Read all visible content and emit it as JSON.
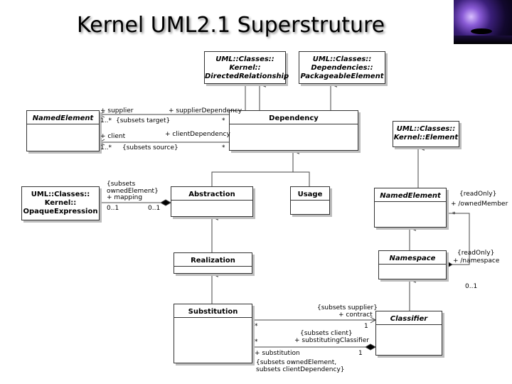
{
  "title": "Kernel UML2.1 Superstruture",
  "thumbnail": {
    "icon": "cosmic-image-icon"
  },
  "classes": {
    "directed_relationship": [
      "UML::Classes::",
      "Kernel::",
      "DirectedRelationship"
    ],
    "packageable_element": [
      "UML::Classes::",
      "Dependencies::",
      "PackageableElement"
    ],
    "named_element_left": "NamedElement",
    "dependency": "Dependency",
    "kernel_element": [
      "UML::Classes::",
      "Kernel::Element"
    ],
    "opaque_expression": [
      "UML::Classes::",
      "Kernel::",
      "OpaqueExpression"
    ],
    "abstraction": "Abstraction",
    "usage": "Usage",
    "named_element_right": "NamedElement",
    "realization": "Realization",
    "namespace": "Namespace",
    "substitution": "Substitution",
    "classifier": "Classifier"
  },
  "labels": {
    "supplier": "+ supplier",
    "supplier_mult": "1..*",
    "subsets_target": "{subsets target}",
    "supplier_dependency": "+ supplierDependency",
    "star_1": "*",
    "client": "+ client",
    "client_mult": "1..*",
    "subsets_source": "{subsets source}",
    "client_dependency": "+ clientDependency",
    "star_2": "*",
    "mapping_subsets": "{subsets",
    "mapping_owned": "ownedElement}",
    "mapping": "+ mapping",
    "mapping_mult_left": "0..1",
    "mapping_mult_right": "0..1",
    "read_only_1": "{readOnly}",
    "owned_member": "+ /ownedMember",
    "star_3": "*",
    "read_only_2": "{readOnly}",
    "namespace_role": "+ /namespace",
    "namespace_mult": "0..1",
    "subsets_supplier": "{subsets supplier}",
    "contract": "+ contract",
    "contract_mult": "1",
    "star_4": "*",
    "subsets_client": "{subsets client}",
    "substituting_classifier": "+ substitutingClassifier",
    "star_5": "*",
    "substitution_role": "+ substitution",
    "substitution_mult": "1",
    "subsets_owned_element": "{subsets ownedElement,",
    "subsets_client_dependency": "subsets clientDependency}"
  }
}
